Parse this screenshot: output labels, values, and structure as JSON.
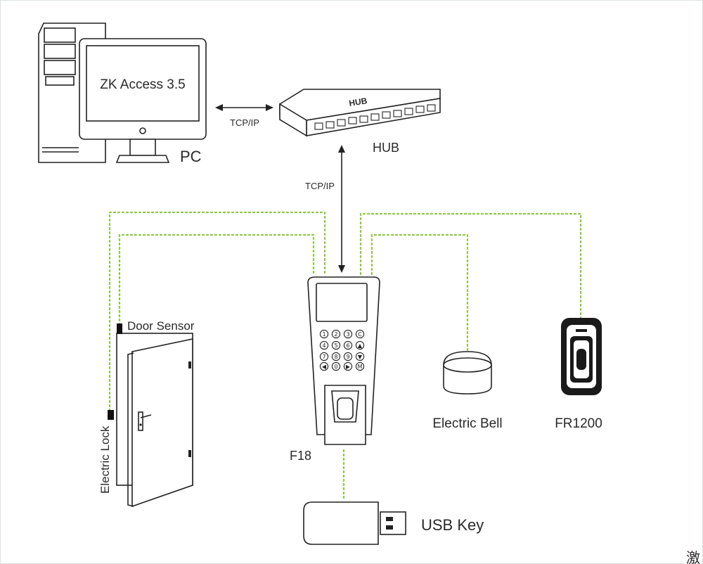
{
  "labels": {
    "software": "ZK Access 3.5",
    "pc": "PC",
    "hub_case": "HUB",
    "hub": "HUB",
    "link_pc_hub": "TCP/IP",
    "link_hub_f18": "TCP/IP",
    "door_sensor": "Door Sensor",
    "electric_lock": "Electric Lock",
    "f18": "F18",
    "electric_bell": "Electric Bell",
    "fr1200": "FR1200",
    "usb_key": "USB Key",
    "watermark": "激"
  },
  "keypad": [
    "1",
    "2",
    "3",
    "C",
    "4",
    "5",
    "6",
    "▲",
    "7",
    "8",
    "9",
    "▼",
    "◀",
    "0",
    "▶",
    "M"
  ],
  "colors": {
    "line": "#222222",
    "dotted_link": "#8cc63f",
    "text": "#2a2a2a"
  }
}
